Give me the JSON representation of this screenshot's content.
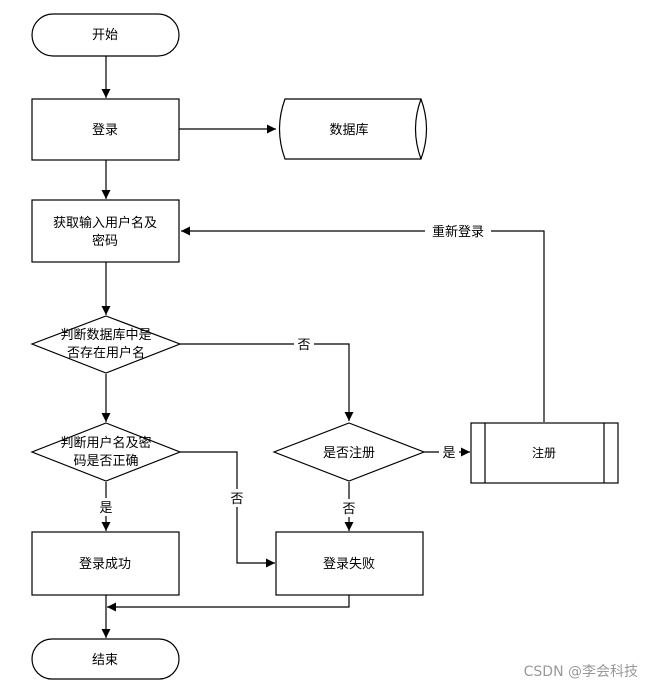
{
  "nodes": {
    "start": "开始",
    "login": "登录",
    "database": "数据库",
    "get_input_1": "获取输入用户名及",
    "get_input_2": "密码",
    "check_user_1": "判断数据库中是",
    "check_user_2": "否存在用户名",
    "check_pwd_1": "判断用户名及密",
    "check_pwd_2": "码是否正确",
    "is_register": "是否注册",
    "register": "注册",
    "success": "登录成功",
    "fail": "登录失败",
    "end": "结束"
  },
  "edge_labels": {
    "relogin": "重新登录",
    "no_user": "否",
    "pwd_yes": "是",
    "pwd_no": "否",
    "reg_yes": "是",
    "reg_no": "否"
  },
  "watermark": "CSDN @李会科技"
}
